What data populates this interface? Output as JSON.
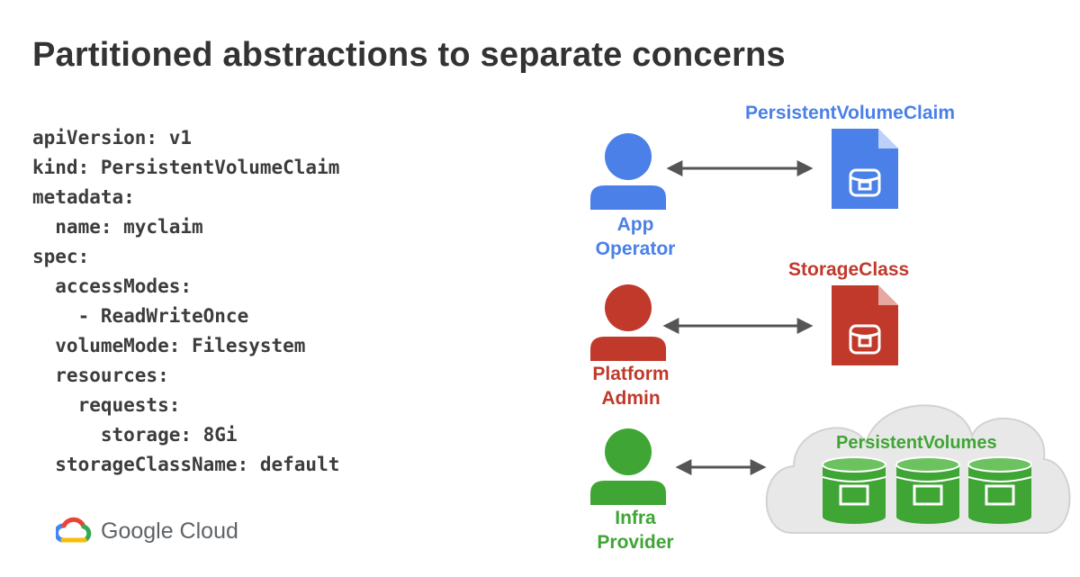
{
  "title": "Partitioned abstractions to separate concerns",
  "code_lines": [
    "apiVersion: v1",
    "kind: PersistentVolumeClaim",
    "metadata:",
    "  name: myclaim",
    "spec:",
    "  accessModes:",
    "    - ReadWriteOnce",
    "  volumeMode: Filesystem",
    "  resources:",
    "    requests:",
    "      storage: 8Gi",
    "  storageClassName: default"
  ],
  "brand": {
    "name": "Google Cloud"
  },
  "diagram": {
    "roles": [
      {
        "line1": "App",
        "line2": "Operator",
        "color": "#4a80e8"
      },
      {
        "line1": "Platform",
        "line2": "Admin",
        "color": "#c0392b"
      },
      {
        "line1": "Infra",
        "line2": "Provider",
        "color": "#3fa535"
      }
    ],
    "resources": [
      {
        "label": "PersistentVolumeClaim",
        "color": "#4a80e8"
      },
      {
        "label": "StorageClass",
        "color": "#c0392b"
      },
      {
        "label": "PersistentVolumes",
        "color": "#3fa535"
      }
    ],
    "colors": {
      "arrow": "#555555",
      "cloud": "#e8e8e8",
      "cloud_stroke": "#d2d2d2"
    }
  }
}
